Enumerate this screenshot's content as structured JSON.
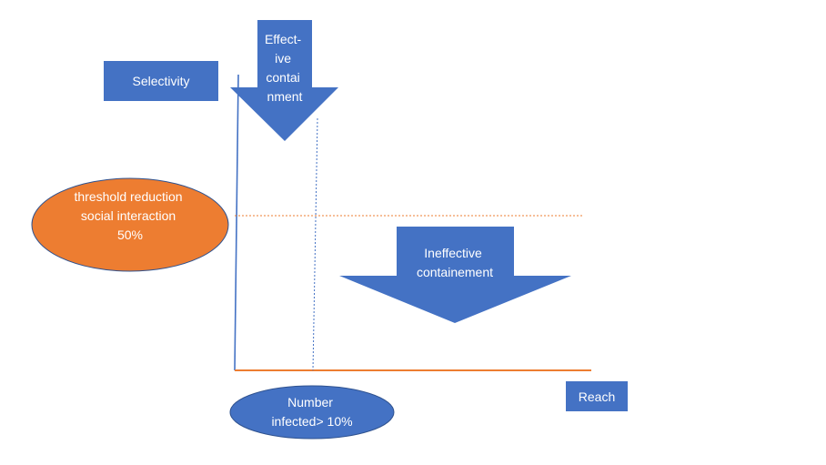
{
  "colors": {
    "blue": "#4472C4",
    "orange": "#ED7D31",
    "white": "#FFFFFF"
  },
  "labels": {
    "selectivity": "Selectivity",
    "reach": "Reach",
    "effective_lines": [
      "Effect-",
      "ive",
      "contai",
      "nment"
    ],
    "ineffective_lines": [
      "Ineffective",
      "containement"
    ],
    "threshold_lines": [
      "threshold reduction",
      "social interaction",
      "50%"
    ],
    "infected_lines": [
      "Number",
      "infected> 10%"
    ]
  }
}
